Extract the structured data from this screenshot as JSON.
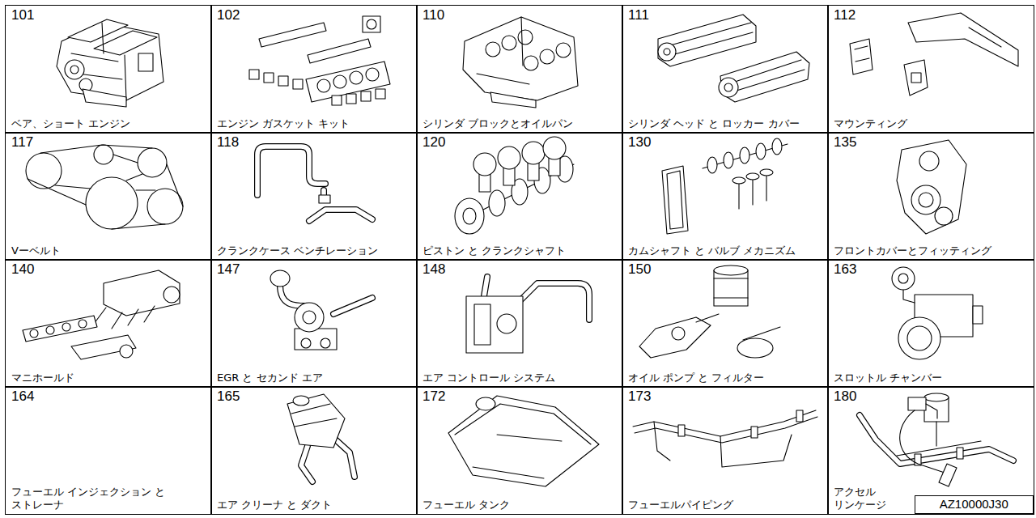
{
  "diagram": {
    "nodes": [
      {
        "text": [
          "101",
          "ベア、ショート エンジン"
        ]
      },
      {
        "text": [
          "102",
          "エンジン ガスケット キット"
        ]
      },
      {
        "text": [
          "110",
          "シリンダ ブロックとオイルパン"
        ]
      },
      {
        "text": [
          "111",
          "シリンダ ヘッド と ロッカー カバー"
        ]
      },
      {
        "text": [
          "112",
          "マウンティング"
        ]
      },
      {
        "text": [
          "117",
          "Vーベルト"
        ]
      },
      {
        "text": [
          "118",
          "クランクケース ベンチレーション"
        ]
      },
      {
        "text": [
          "120",
          "ピストン と クランクシャフト"
        ]
      },
      {
        "text": [
          "130",
          "カムシャフト と バルブ メカニズム"
        ]
      },
      {
        "text": [
          "135",
          "フロントカバーとフィッティング"
        ]
      },
      {
        "text": [
          "140",
          "マニホールド"
        ]
      },
      {
        "text": [
          "147",
          "EGR と セカンド エア"
        ]
      },
      {
        "text": [
          "148",
          "エア コントロール システム"
        ]
      },
      {
        "text": [
          "150",
          "オイル ポンプ と フィルター"
        ]
      },
      {
        "text": [
          "163",
          "スロットル チャンバー"
        ]
      },
      {
        "text": [
          "164",
          "フューエル インジェクション と ストレーナ"
        ]
      },
      {
        "text": [
          "165",
          "エア クリーナ と ダクト"
        ]
      },
      {
        "text": [
          "172",
          "フューエル タンク"
        ]
      },
      {
        "text": [
          "173",
          "フューエルパイピング"
        ]
      },
      {
        "text": [
          "180",
          "アクセル リンケージ"
        ]
      },
      {
        "text": [
          "AZ10000J30"
        ],
        "in": 19
      }
    ]
  }
}
